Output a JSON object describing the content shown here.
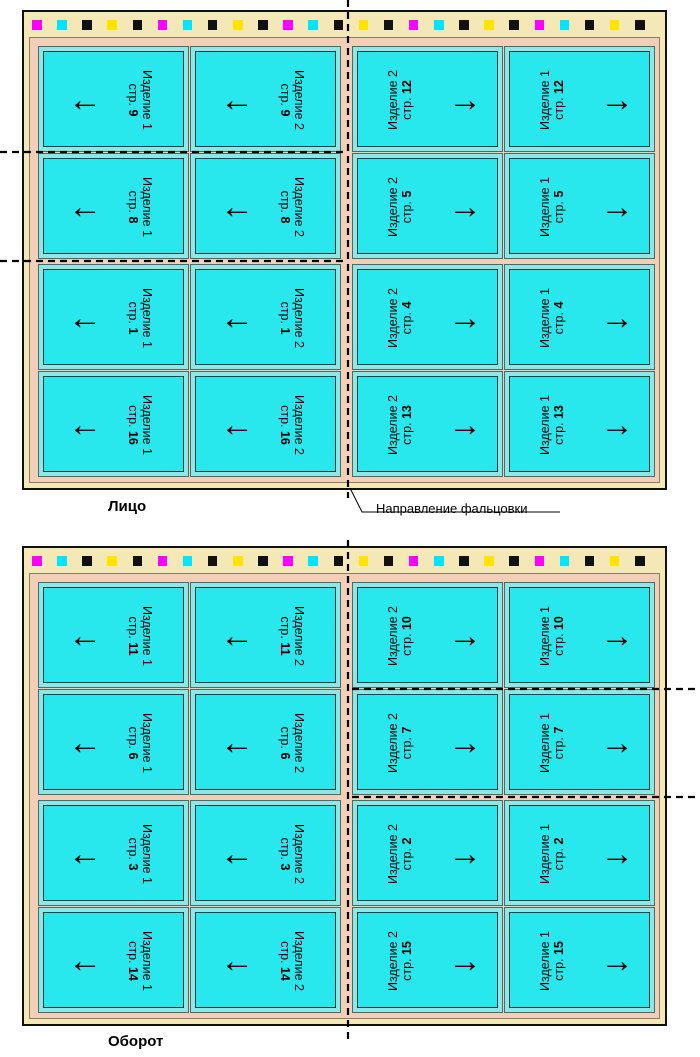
{
  "colors": {
    "colorbar": [
      "#ff00ff",
      "#00e5ff",
      "#111111",
      "#ffe400",
      "#111111",
      "#ff00ff",
      "#00e5ff",
      "#111111",
      "#ffe400",
      "#111111"
    ],
    "page_fill": "#28e8ee",
    "sheet_fill": "#f4e9b6",
    "bleed_fill": "#f4cfb8"
  },
  "item_1": "Изделие 1",
  "item_2": "Изделие 2",
  "page_prefix": "стр.",
  "arrow_left": "←",
  "arrow_right": "→",
  "front": {
    "caption": "Лицо",
    "fold_label": "Направление фальцовки",
    "pages": [
      {
        "item": "Изделие 1",
        "page": "9",
        "dir": "left"
      },
      {
        "item": "Изделие 2",
        "page": "9",
        "dir": "left"
      },
      {
        "item": "Изделие 2",
        "page": "12",
        "dir": "right"
      },
      {
        "item": "Изделие 1",
        "page": "12",
        "dir": "right"
      },
      {
        "item": "Изделие 1",
        "page": "8",
        "dir": "left"
      },
      {
        "item": "Изделие 2",
        "page": "8",
        "dir": "left"
      },
      {
        "item": "Изделие 2",
        "page": "5",
        "dir": "right"
      },
      {
        "item": "Изделие 1",
        "page": "5",
        "dir": "right"
      },
      {
        "item": "Изделие 1",
        "page": "1",
        "dir": "left"
      },
      {
        "item": "Изделие 2",
        "page": "1",
        "dir": "left"
      },
      {
        "item": "Изделие 2",
        "page": "4",
        "dir": "right"
      },
      {
        "item": "Изделие 1",
        "page": "4",
        "dir": "right"
      },
      {
        "item": "Изделие 1",
        "page": "16",
        "dir": "left"
      },
      {
        "item": "Изделие 2",
        "page": "16",
        "dir": "left"
      },
      {
        "item": "Изделие 2",
        "page": "13",
        "dir": "right"
      },
      {
        "item": "Изделие 1",
        "page": "13",
        "dir": "right"
      }
    ]
  },
  "back": {
    "caption": "Оборот",
    "pages": [
      {
        "item": "Изделие 1",
        "page": "11",
        "dir": "left"
      },
      {
        "item": "Изделие 2",
        "page": "11",
        "dir": "left"
      },
      {
        "item": "Изделие 2",
        "page": "10",
        "dir": "right"
      },
      {
        "item": "Изделие 1",
        "page": "10",
        "dir": "right"
      },
      {
        "item": "Изделие 1",
        "page": "6",
        "dir": "left"
      },
      {
        "item": "Изделие 2",
        "page": "6",
        "dir": "left"
      },
      {
        "item": "Изделие 2",
        "page": "7",
        "dir": "right"
      },
      {
        "item": "Изделие 1",
        "page": "7",
        "dir": "right"
      },
      {
        "item": "Изделие 1",
        "page": "3",
        "dir": "left"
      },
      {
        "item": "Изделие 2",
        "page": "3",
        "dir": "left"
      },
      {
        "item": "Изделие 2",
        "page": "2",
        "dir": "right"
      },
      {
        "item": "Изделие 1",
        "page": "2",
        "dir": "right"
      },
      {
        "item": "Изделие 1",
        "page": "14",
        "dir": "left"
      },
      {
        "item": "Изделие 2",
        "page": "14",
        "dir": "left"
      },
      {
        "item": "Изделие 2",
        "page": "15",
        "dir": "right"
      },
      {
        "item": "Изделие 1",
        "page": "15",
        "dir": "right"
      }
    ]
  }
}
